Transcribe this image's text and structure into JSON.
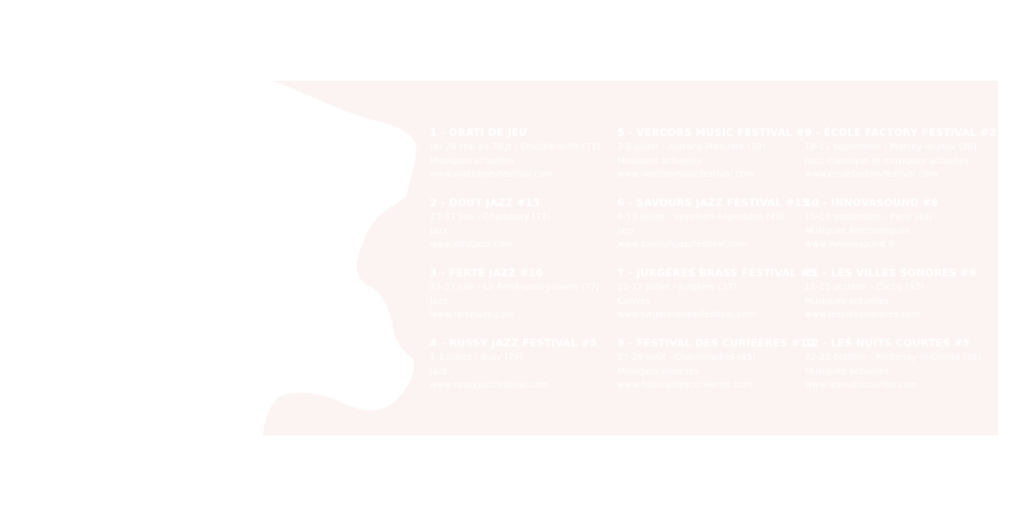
{
  "colors": {
    "panel_bg": "#fcf4f3",
    "text": "#ffffff",
    "silhouette": "#ffffff"
  },
  "graphic": {
    "silhouette_icon": "jazz-musician-profile-silhouette"
  },
  "festivals": [
    {
      "title": "1 - ORATI DE JEU",
      "dates": "Du 29 Mai au 30 Jt - Cruzillé-la-Mt (71)",
      "genre": "Musiques actuelles",
      "site": "www.oratidejeufestival.com"
    },
    {
      "title": "5 - VERCORS MUSIC FESTIVAL #9",
      "dates": "3-9 juillet - Autrans-Méaudre (38)",
      "genre": "Musiques actuelles",
      "site": "www.vercorsmusicfestival.com"
    },
    {
      "title": "9 - ÉCOLE FACTORY FESTIVAL #2",
      "dates": "10-11 septembre - Marcey-la-Joux (38)",
      "genre": "Jazz, classique et musiques actuelles",
      "site": "www.ecolefactoryfestival.com"
    },
    {
      "title": "2 - DOUT JAZZ #13",
      "dates": "23-27 juin - Chambéry (73)",
      "genre": "Jazz",
      "site": "www.doutjazz.com"
    },
    {
      "title": "6 - SAVOURS JAZZ FESTIVAL #15",
      "dates": "6-13 juillet - Vayes-en-Argentière (43)",
      "genre": "Jazz",
      "site": "www.savoursjazzfestival.com"
    },
    {
      "title": "10 - INNOVASOUND #8",
      "dates": "15-18 septembre - Paris (43)",
      "genre": "Musiques électroniques",
      "site": "www.innovasound.fr"
    },
    {
      "title": "3 - FERTÉ JAZZ #10",
      "dates": "23-27 juin - La Ferté-sous-Jouarre (77)",
      "genre": "Jazz",
      "site": "www.fertejazz.com"
    },
    {
      "title": "7 - JURGÈRES BRASS FESTIVAL #5",
      "dates": "12-17 juillet - Jurgères (37)",
      "genre": "Cuivres",
      "site": "www.jurgeresbrassfestival.com"
    },
    {
      "title": "11 - LES VILLES SONORES #9",
      "dates": "12-15 octobre - Clichy (92)",
      "genre": "Musiques actuelles",
      "site": "www.lesvillessonores.com"
    },
    {
      "title": "4 - RUSSY JAZZ FESTIVAL #5",
      "dates": "1-3 juillet - Rusy (79)",
      "genre": "Jazz",
      "site": "www.russyjazzfestival.com"
    },
    {
      "title": "8 - FESTIVAL DES CURIEÈRES #10",
      "dates": "27-28 août - Chamonailles (45)",
      "genre": "Musiques diverses",
      "site": "www.festivaldescurieeres.com"
    },
    {
      "title": "12 - LES NUITS COURTES #5",
      "dates": "22-23 octobre - Fontenay-le-Comte (85)",
      "genre": "Musiques actuelles",
      "site": "www.lesnuitscourtes.com"
    }
  ]
}
